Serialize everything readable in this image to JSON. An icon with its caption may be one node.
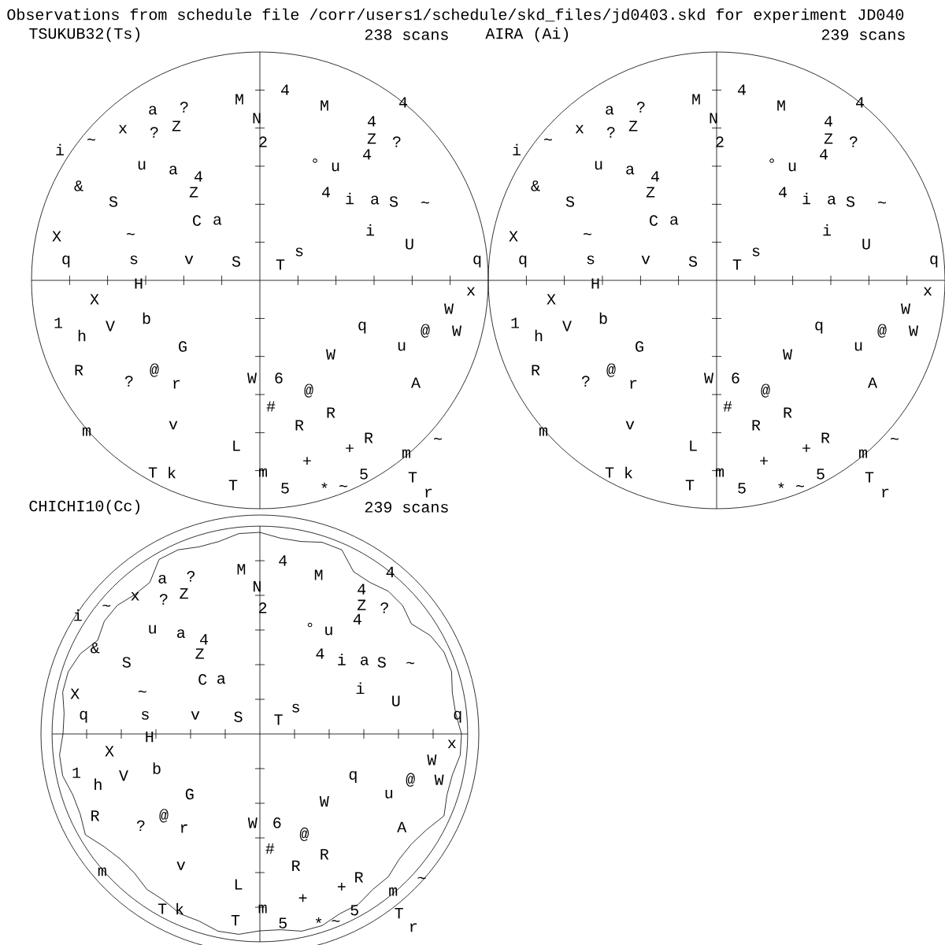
{
  "diagram": {
    "title": "Observations from schedule file /corr/users1/schedule/skd_files/jd0403.skd for experiment JD040",
    "nodes": [
      {
        "text": [
          "TSUKUB32(Ts)",
          "238 scans"
        ]
      },
      {
        "text": [
          "AIRA (Ai)",
          "239 scans"
        ]
      },
      {
        "text": [
          "CHICHI10(Cc)",
          "239 scans"
        ]
      }
    ],
    "labels": [
      "4",
      "M",
      "M",
      "4",
      "a",
      "?",
      "x",
      "?",
      "Z",
      "N",
      "4",
      "Z",
      "i",
      "~",
      "2",
      "?",
      "4",
      "u",
      "a",
      "4",
      "Z",
      "&",
      "S",
      "°",
      "u",
      "4",
      "i",
      "a",
      "S",
      "~",
      "i",
      "X",
      "C",
      "a",
      "~",
      "s",
      "s",
      "U",
      "q",
      "x",
      "q",
      "H",
      "v",
      "S",
      "T",
      "X",
      "1",
      "h",
      "b",
      "V",
      "G",
      "@",
      "W",
      "q",
      "@",
      "W",
      "u",
      "A",
      "R",
      "?",
      "r",
      "W",
      "6",
      "@",
      "m",
      "v",
      "R",
      "R",
      "R",
      "~",
      "L",
      "+",
      "+",
      "m",
      "T",
      "k",
      "T",
      "m",
      "5",
      "*",
      "~",
      "5",
      "T",
      "r",
      "W",
      "#",
      "4",
      "M",
      "M",
      "4",
      "a",
      "?",
      "x",
      "?",
      "Z",
      "N",
      "4",
      "Z",
      "i",
      "~",
      "2",
      "?",
      "4",
      "u",
      "a",
      "4",
      "Z",
      "&",
      "S",
      "°",
      "u",
      "4",
      "i",
      "a",
      "S",
      "~",
      "i",
      "X",
      "C",
      "a",
      "~",
      "s",
      "s",
      "U",
      "q",
      "x",
      "q",
      "H",
      "v",
      "S",
      "T",
      "X",
      "1",
      "h",
      "b",
      "V",
      "G",
      "@",
      "W",
      "q",
      "@",
      "W",
      "u",
      "A",
      "R",
      "?",
      "r",
      "W",
      "6",
      "@",
      "m",
      "v",
      "R",
      "R",
      "R",
      "~",
      "L",
      "+",
      "+",
      "m",
      "T",
      "k",
      "T",
      "m",
      "5",
      "*",
      "~",
      "5",
      "T",
      "r",
      "W",
      "#",
      "4",
      "M",
      "M",
      "4",
      "a",
      "?",
      "x",
      "?",
      "Z",
      "N",
      "4",
      "Z",
      "i",
      "~",
      "2",
      "?",
      "4",
      "u",
      "a",
      "4",
      "Z",
      "&",
      "S",
      "°",
      "u",
      "4",
      "i",
      "a",
      "S",
      "~",
      "i",
      "X",
      "C",
      "a",
      "~",
      "s",
      "s",
      "U",
      "q",
      "x",
      "q",
      "H",
      "v",
      "S",
      "T",
      "X",
      "1",
      "h",
      "b",
      "V",
      "G",
      "@",
      "W",
      "q",
      "@",
      "W",
      "u",
      "A",
      "R",
      "?",
      "r",
      "W",
      "6",
      "@",
      "m",
      "v",
      "R",
      "R",
      "R",
      "~",
      "L",
      "+",
      "+",
      "m",
      "T",
      "k",
      "T",
      "m",
      "5",
      "*",
      "~",
      "5",
      "T",
      "r",
      "W",
      "#"
    ]
  }
}
